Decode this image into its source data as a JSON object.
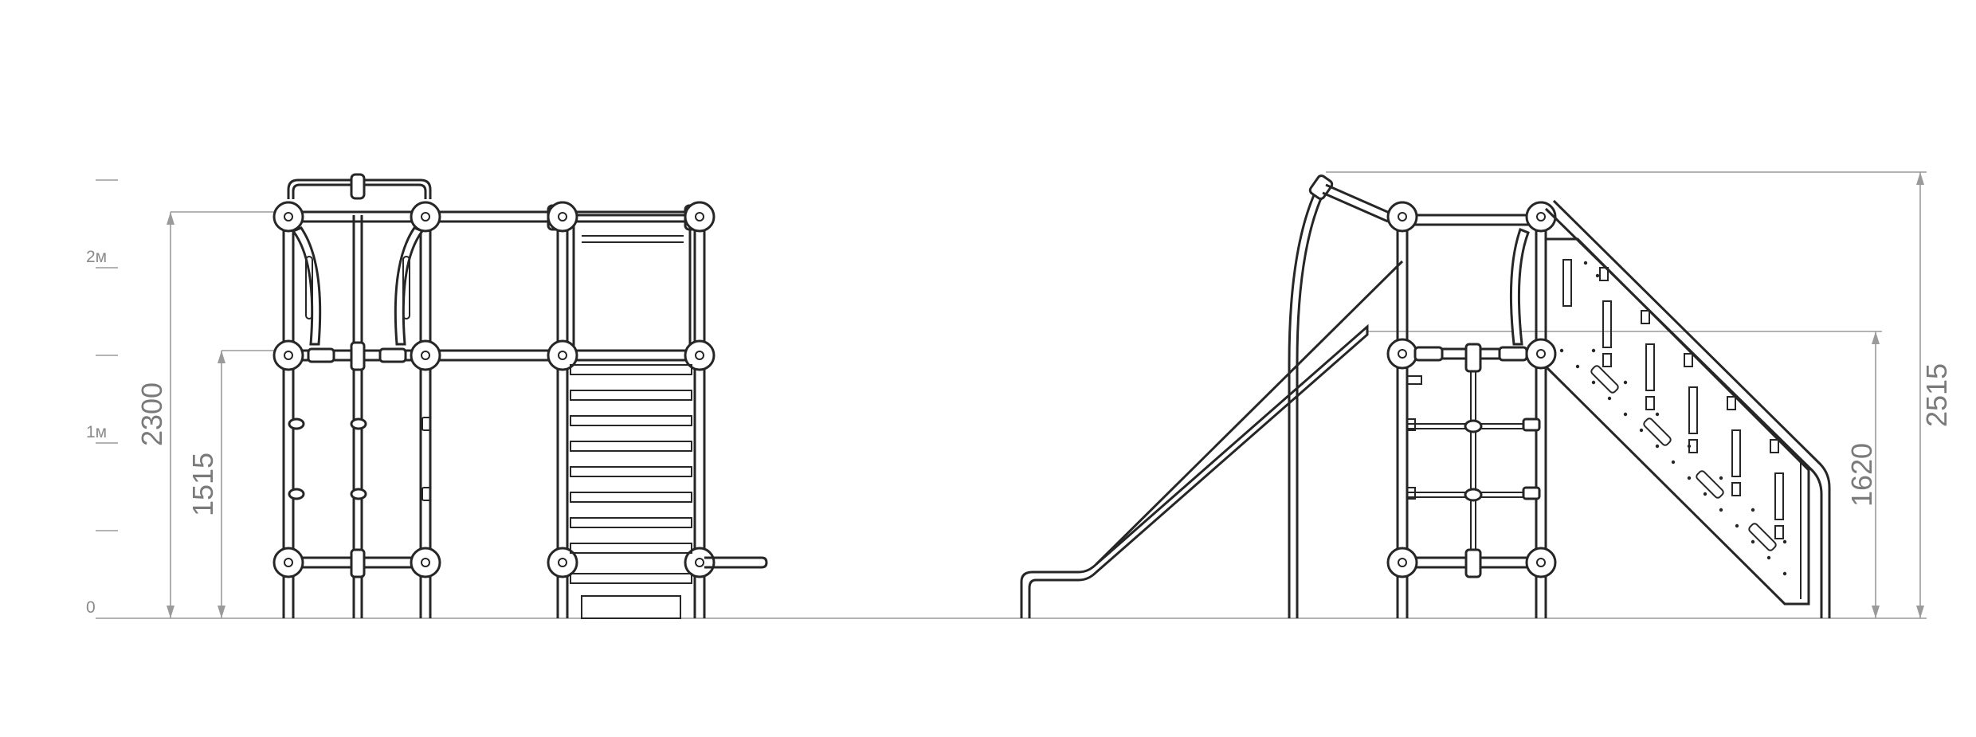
{
  "scale": {
    "labels": [
      "0",
      "1м",
      "2м"
    ]
  },
  "front_view": {
    "dim_overall_height": "2300",
    "dim_platform_height": "1515"
  },
  "side_view": {
    "dim_overall_height": "2515",
    "dim_platform_height": "1620"
  },
  "colors": {
    "line": "#262626",
    "dimension": "#9a9a9a",
    "background": "#ffffff"
  }
}
